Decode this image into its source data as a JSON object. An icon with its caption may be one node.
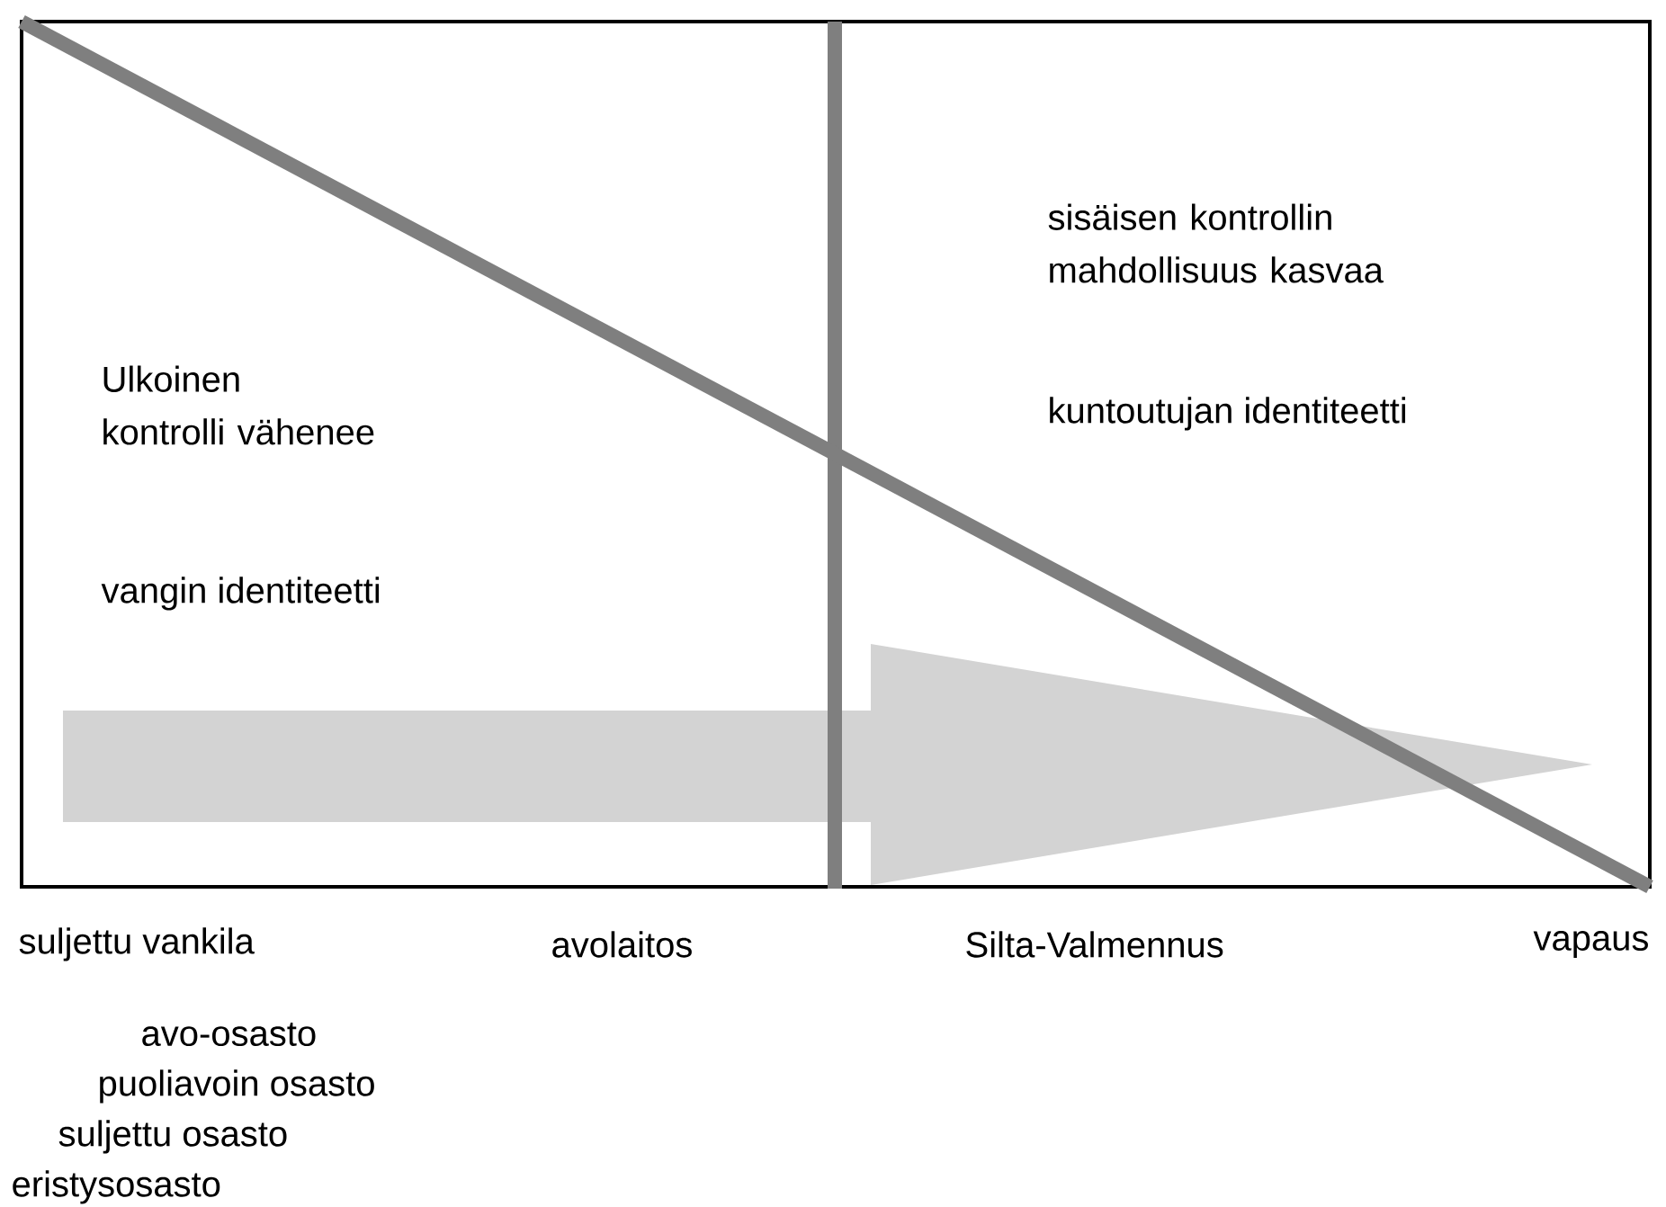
{
  "diagram": {
    "labels": [
      "sisäisen kontrollin mahdollisuus kasvaa",
      "Ulkoinen kontrolli vähenee",
      "kuntoutujan identiteetti",
      "vangin identiteetti",
      "suljettu vankila",
      "avolaitos",
      "Silta-Valmennus",
      "vapaus",
      "avo-osasto",
      "puoliavoin osasto",
      "suljettu osasto",
      "eristysosasto"
    ]
  }
}
